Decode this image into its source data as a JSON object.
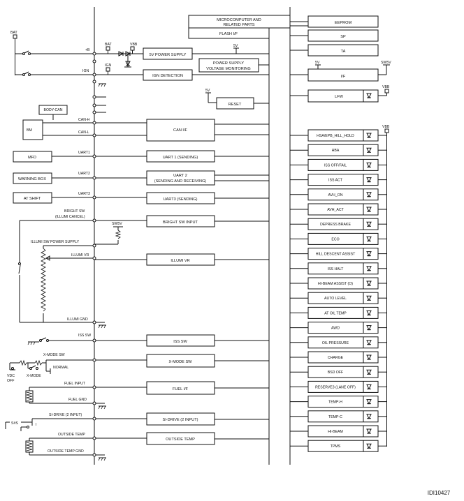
{
  "diagram_id": "IDI10427",
  "top_boxes": {
    "micro_line1": "MICROCOMPUTER AND",
    "micro_line2": "RELATED PARTS",
    "flash": "FLASH I/F"
  },
  "power": {
    "bat": "BAT",
    "plus_b": "+B",
    "ign_line": "IGN",
    "bat_small": "BAT",
    "vbb": "VBB",
    "ign_small": "IGN",
    "sv_supply": "5V POWER SUPPLY",
    "sv": "5V",
    "psv_line1": "POWER SUPPLY",
    "psv_line2": "VOLTAGE MONITORING",
    "ign_detect": "IGN DETECTION",
    "reset": "RESET"
  },
  "comm": {
    "body_can": "BODY-CAN",
    "bm": "BM",
    "can_h": "CAN-H",
    "can_l": "CAN-L",
    "can_if": "CAN I/F",
    "uart1": "UART1",
    "mfd": "MFD",
    "uart1_box": "UART 1 (SENDING)",
    "uart2": "UART2",
    "warning_box": "WARNING BOX",
    "uart2_box_l1": "UART 2",
    "uart2_box_l2": "(SENDING AND RECEIVING)",
    "uart3": "UART3",
    "at_shift": "AT SHIFT",
    "uart3_box": "UART3 (SENDING)"
  },
  "illumi": {
    "bright_l1": "BRIGHT SW",
    "bright_l2": "(ILLUMI CANCEL)",
    "bright_box": "BRIGHT SW INPUT",
    "swsv": "SW5V",
    "ps": "ILLUMI SW POWER SUPPLY",
    "vr": "ILLUMI VR",
    "vr_box": "ILLUMI VR",
    "gnd": "ILLUMI GND"
  },
  "inputs": {
    "iss_sw": "ISS SW",
    "iss_box": "ISS SW",
    "xmode_sw": "X-MODE SW",
    "normal": "NORMAL",
    "vdc": "VDC",
    "off": "OFF",
    "xmode": "X-MODE",
    "xmode_box": "X-MODE SW",
    "fuel_in": "FUEL INPUT",
    "fuel_gnd": "FUEL GND",
    "fuel_box": "FUEL I/F",
    "sidrive": "SI-DRIVE (2 INPUT)",
    "sids": "S#S",
    "sidrive_box": "SI-DRIVE (2 INPUT)",
    "outside": "OUTSIDE TEMP",
    "outside_gnd": "OUTSIDE TEMP GND",
    "outside_box": "OUTSIDE TEMP"
  },
  "right": {
    "eeprom": "EEPROM",
    "sp": "SP",
    "ta": "TA",
    "if_sv": "5V",
    "if_swsv": "SW5V",
    "if_box": "I/F",
    "lfw": "LFW",
    "vbb1": "VBB",
    "vbb2": "VBB",
    "indicators": [
      "HSA/EPB_HILL_HOLD",
      "HBA",
      "ISS OFF/FAIL",
      "ISS ACT",
      "AVH_ON",
      "AVH_ACT",
      "DEPRESS BRAKE",
      "ECO",
      "HILL DESCENT ASSIST",
      "ISS HALT",
      "HI-BEAM ASSIST (O)",
      "AUTO LEVEL",
      "AT OIL TEMP",
      "AWD",
      "OIL PRESSURE",
      "CHARGE",
      "BSD OFF",
      "RESERVE3 (LANE OFF)",
      "TEMP-H",
      "TEMP-C",
      "HI-BEAM",
      "TPMS"
    ]
  }
}
